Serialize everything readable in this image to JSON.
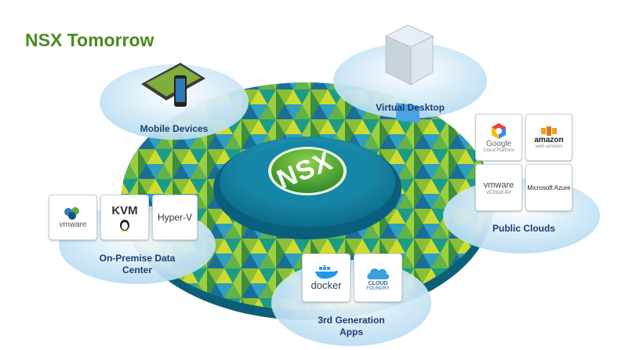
{
  "title": "NSX Tomorrow",
  "hub": {
    "label": "NSX"
  },
  "nodes": {
    "mobile": {
      "label": "Mobile Devices"
    },
    "vdi": {
      "label": "Virtual Desktop"
    },
    "cloud": {
      "label": "Public Clouds",
      "logos": {
        "google": {
          "name": "Google",
          "sub": "Cloud Platform"
        },
        "amazon": {
          "name": "amazon",
          "sub": "web services"
        },
        "vcloud": {
          "name": "vmware",
          "sub": "vCloud Air"
        },
        "azure": {
          "name": "Microsoft Azure"
        }
      }
    },
    "onprem": {
      "label1": "On-Premise Data",
      "label2": "Center",
      "logos": {
        "vmware": {
          "name": "vmware"
        },
        "kvm": {
          "name": "KVM"
        },
        "hyperv": {
          "name": "Hyper-V"
        }
      }
    },
    "apps": {
      "label1": "3rd Generation",
      "label2": "Apps",
      "logos": {
        "docker": {
          "name": "docker"
        },
        "cf": {
          "name1": "CLOUD",
          "name2": "FOUNDRY"
        }
      }
    }
  },
  "colors": {
    "title": "#4a8a1e",
    "bubble": "#cfe8f7",
    "platter": "#0b7a98",
    "label": "#1b3d73"
  }
}
